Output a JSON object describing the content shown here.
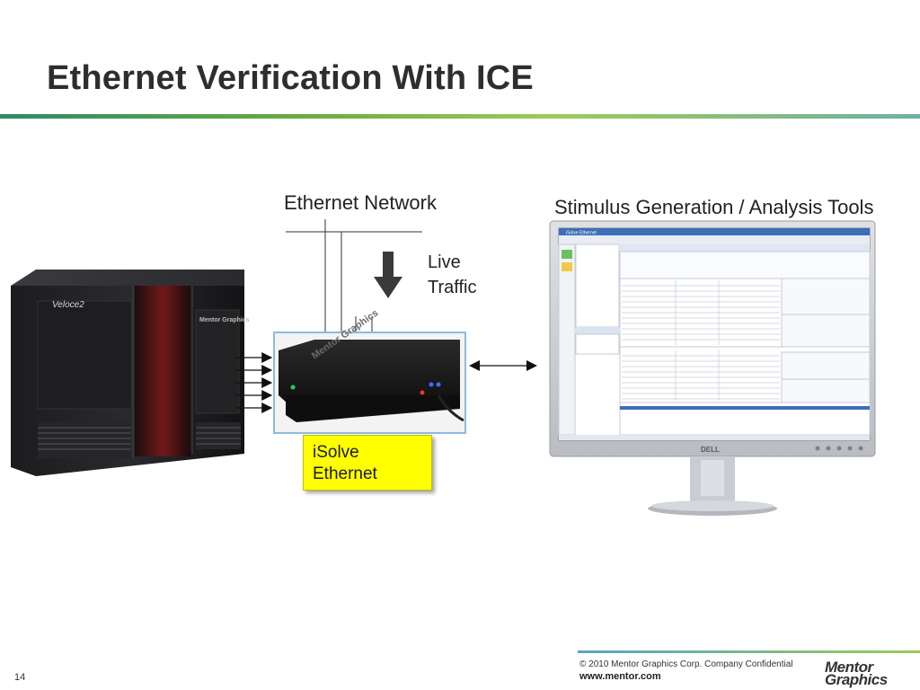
{
  "slide": {
    "title": "Ethernet Verification With ICE",
    "page_number": "14"
  },
  "diagram": {
    "ethernet_network_label": "Ethernet Network",
    "live_traffic_line1": "Live",
    "live_traffic_line2": "Traffic",
    "tools_label": "Stimulus Generation / Analysis Tools",
    "isolve_line1": "iSolve",
    "isolve_line2": "Ethernet",
    "emulator_brand": "Veloce2",
    "emulator_logo": "Mentor Graphics",
    "device_logo": "Mentor Graphics",
    "monitor_brand": "DELL",
    "app_window_title": "iSolve Ethernet"
  },
  "footer": {
    "copyright": "© 2010 Mentor Graphics Corp. Company Confidential",
    "url": "www.mentor.com",
    "logo_line1": "Mentor",
    "logo_line2": "Graphics"
  },
  "colors": {
    "isolve_box": "#ffff00",
    "title_rule_start": "#2d8a66",
    "title_rule_end": "#9ccb58",
    "accent_red": "#8b1a1a"
  }
}
